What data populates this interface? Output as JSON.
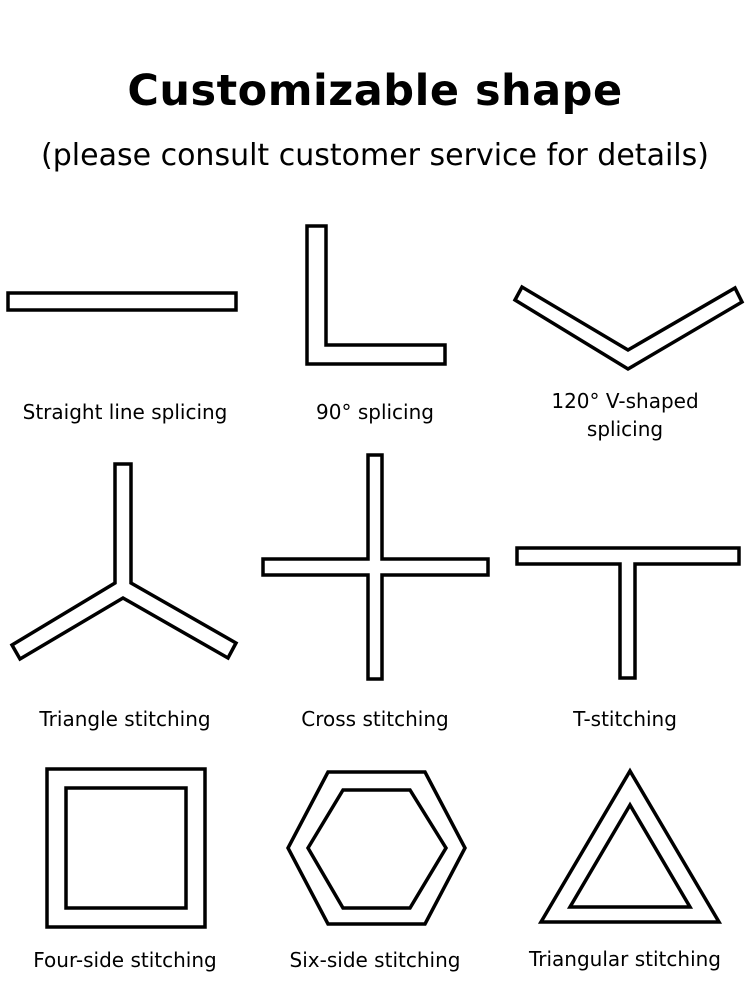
{
  "header": {
    "title": "Customizable shape",
    "subtitle": "(please consult customer service for details)"
  },
  "shapes": [
    {
      "name": "straight-line",
      "label": "Straight line splicing"
    },
    {
      "name": "ninety-degree",
      "label": "90° splicing"
    },
    {
      "name": "v-shaped",
      "label": "120° V-shaped splicing"
    },
    {
      "name": "triangle-y",
      "label": "Triangle stitching"
    },
    {
      "name": "cross",
      "label": "Cross stitching"
    },
    {
      "name": "t-shape",
      "label": "T-stitching"
    },
    {
      "name": "square-frame",
      "label": "Four-side stitching"
    },
    {
      "name": "hexagon-frame",
      "label": "Six-side stitching"
    },
    {
      "name": "triangle-frame",
      "label": "Triangular stitching"
    }
  ]
}
